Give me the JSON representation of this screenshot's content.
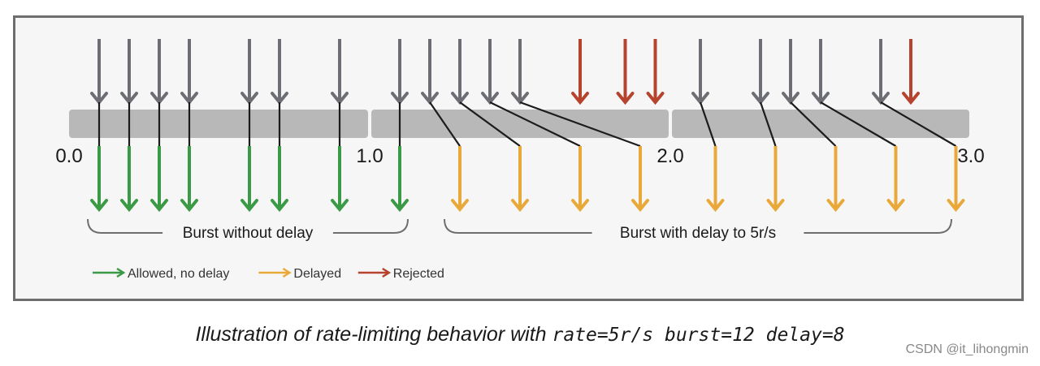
{
  "timeline": {
    "ticks": [
      "0.0",
      "1.0",
      "2.0",
      "3.0"
    ],
    "groups": [
      {
        "label": "Burst without delay",
        "requests": 8
      },
      {
        "label": "Burst with delay to 5r/s",
        "requests": 9
      }
    ]
  },
  "requests": [
    {
      "arrival": 0.1,
      "outcome": "allowed",
      "released": 0.1
    },
    {
      "arrival": 0.2,
      "outcome": "allowed",
      "released": 0.2
    },
    {
      "arrival": 0.3,
      "outcome": "allowed",
      "released": 0.3
    },
    {
      "arrival": 0.4,
      "outcome": "allowed",
      "released": 0.4
    },
    {
      "arrival": 0.6,
      "outcome": "allowed",
      "released": 0.6
    },
    {
      "arrival": 0.7,
      "outcome": "allowed",
      "released": 0.7
    },
    {
      "arrival": 0.9,
      "outcome": "allowed",
      "released": 0.9
    },
    {
      "arrival": 1.1,
      "outcome": "allowed",
      "released": 1.1
    },
    {
      "arrival": 1.2,
      "outcome": "delayed",
      "released": 1.3
    },
    {
      "arrival": 1.3,
      "outcome": "delayed",
      "released": 1.5
    },
    {
      "arrival": 1.4,
      "outcome": "delayed",
      "released": 1.7
    },
    {
      "arrival": 1.5,
      "outcome": "delayed",
      "released": 1.9
    },
    {
      "arrival": 1.7,
      "outcome": "rejected"
    },
    {
      "arrival": 1.85,
      "outcome": "rejected"
    },
    {
      "arrival": 1.95,
      "outcome": "rejected"
    },
    {
      "arrival": 2.1,
      "outcome": "delayed",
      "released": 2.15
    },
    {
      "arrival": 2.3,
      "outcome": "delayed",
      "released": 2.35
    },
    {
      "arrival": 2.4,
      "outcome": "delayed",
      "released": 2.55
    },
    {
      "arrival": 2.5,
      "outcome": "delayed",
      "released": 2.75
    },
    {
      "arrival": 2.7,
      "outcome": "delayed",
      "released": 2.95
    },
    {
      "arrival": 2.8,
      "outcome": "rejected"
    }
  ],
  "legend": [
    {
      "key": "allowed",
      "label": "Allowed, no delay",
      "color": "#3a9a46"
    },
    {
      "key": "delayed",
      "label": "Delayed",
      "color": "#e9a93a"
    },
    {
      "key": "rejected",
      "label": "Rejected",
      "color": "#b5432e"
    }
  ],
  "colors": {
    "incoming": "#6d6d74",
    "bar": "#b8b8b8",
    "line": "#1c1c1c"
  },
  "caption": {
    "text": "Illustration of rate-limiting behavior with ",
    "code": "rate=5r/s burst=12 delay=8"
  },
  "watermark": "CSDN @it_lihongmin"
}
